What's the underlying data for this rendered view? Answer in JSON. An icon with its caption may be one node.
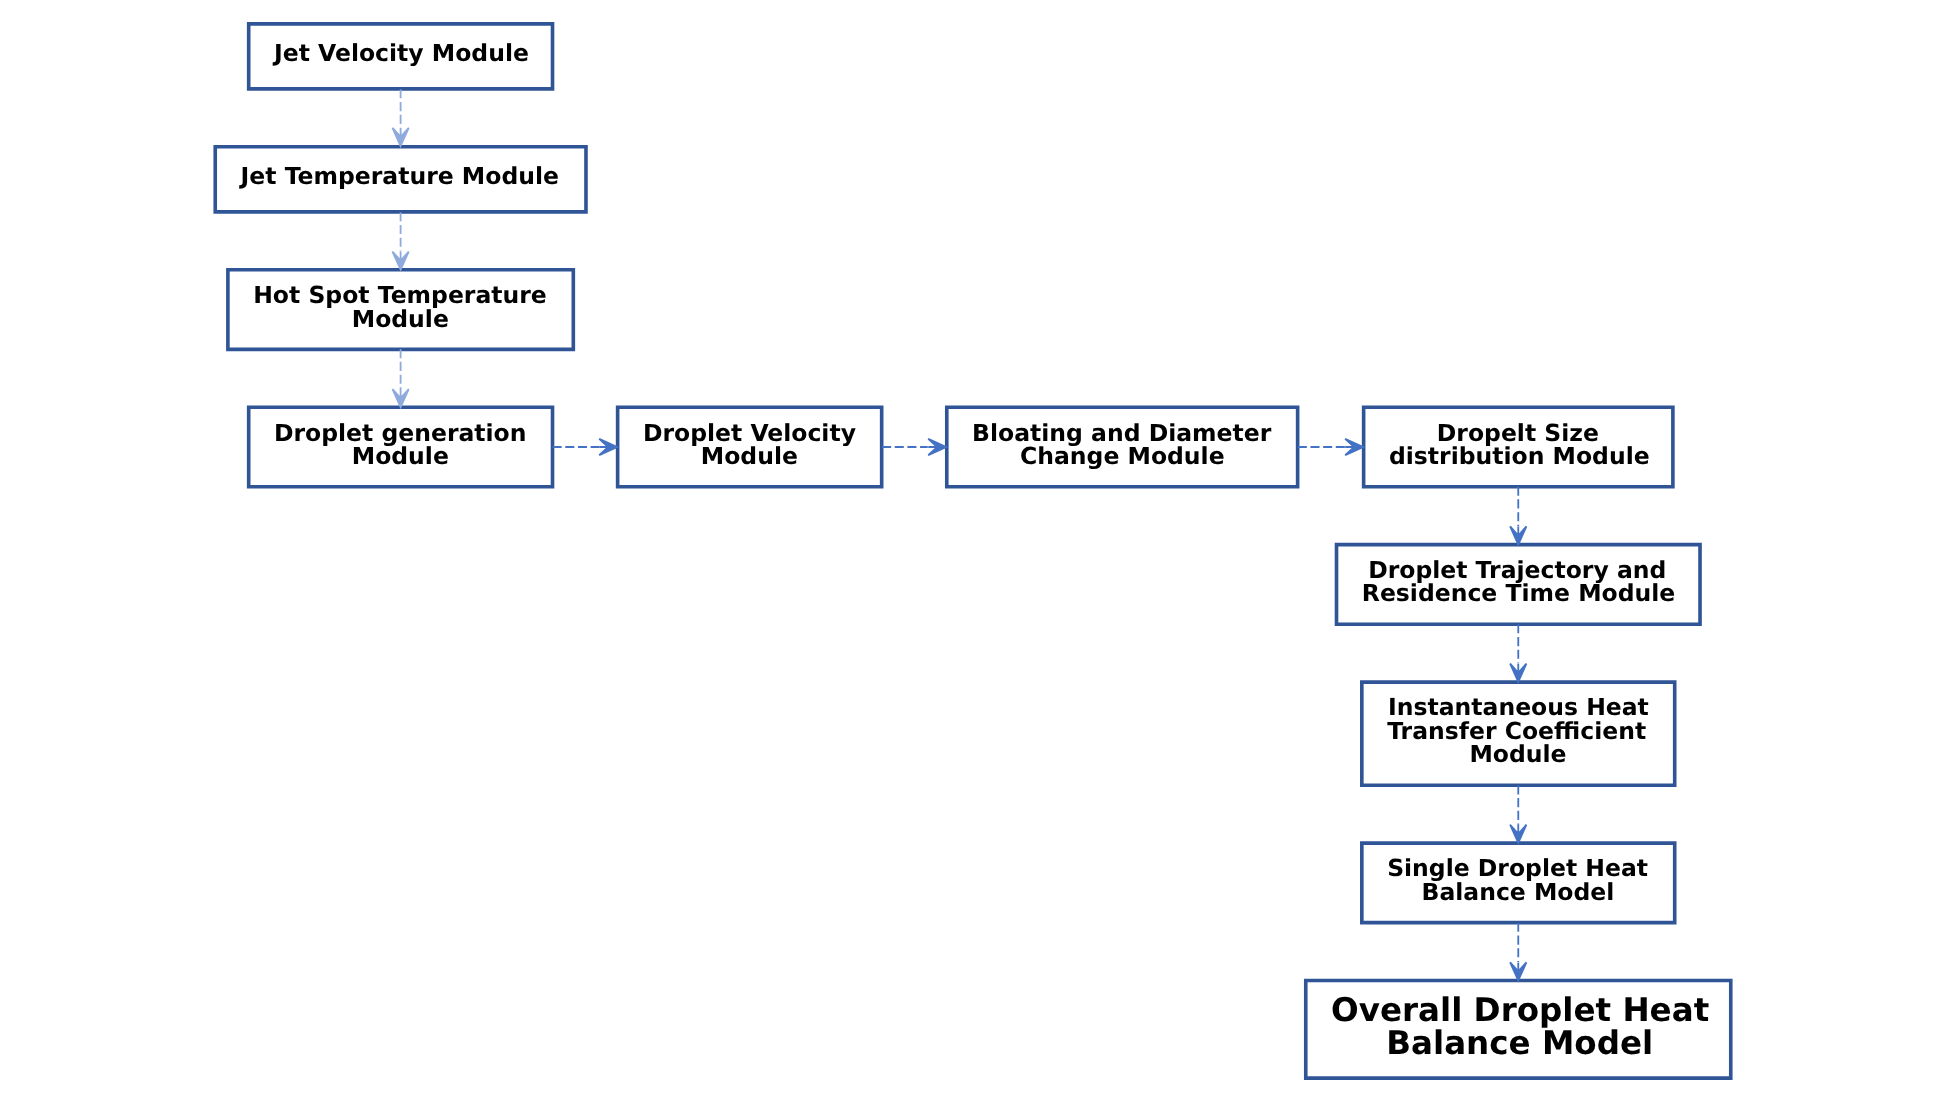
{
  "diagram": {
    "nodes": [
      {
        "text": [
          "Jet Velocity Module"
        ]
      },
      {
        "text": [
          "Jet Temperature Module"
        ]
      },
      {
        "text": [
          "Hot Spot Temperature Module"
        ]
      },
      {
        "text": [
          "Droplet generation Module"
        ]
      },
      {
        "text": [
          "Droplet Velocity Module"
        ]
      },
      {
        "text": [
          "Bloating and Diameter Change Module"
        ]
      },
      {
        "text": [
          "Dropelt Size distribution Module"
        ]
      },
      {
        "text": [
          "Droplet Trajectory and Residence Time Module"
        ]
      },
      {
        "text": [
          "Instantaneous Heat Transfer Coefficient Module"
        ]
      },
      {
        "text": [
          "Single Droplet Heat Balance Model"
        ]
      },
      {
        "text": [
          "Overall Droplet Heat Balance Model"
        ]
      }
    ],
    "edges": [
      {
        "from": 0,
        "to": 1,
        "arrow": "to",
        "style": "dashed",
        "color": "#8faadc"
      },
      {
        "from": 1,
        "to": 2,
        "arrow": "to",
        "style": "dashed",
        "color": "#8faadc"
      },
      {
        "from": 2,
        "to": 3,
        "arrow": "to",
        "style": "dashed",
        "color": "#8faadc"
      },
      {
        "from": 3,
        "to": 4,
        "arrow": "to",
        "style": "dashed"
      },
      {
        "from": 4,
        "to": 5,
        "arrow": "to",
        "style": "dashed"
      },
      {
        "from": 5,
        "to": 6,
        "arrow": "to",
        "style": "dashed"
      },
      {
        "from": 6,
        "to": 7,
        "arrow": "to",
        "style": "dashed"
      },
      {
        "from": 7,
        "to": 8,
        "arrow": "to",
        "style": "dashed"
      },
      {
        "from": 8,
        "to": 9,
        "arrow": "to",
        "style": "dashed"
      },
      {
        "from": 9,
        "to": 10,
        "arrow": "to",
        "style": "dashed"
      }
    ]
  }
}
